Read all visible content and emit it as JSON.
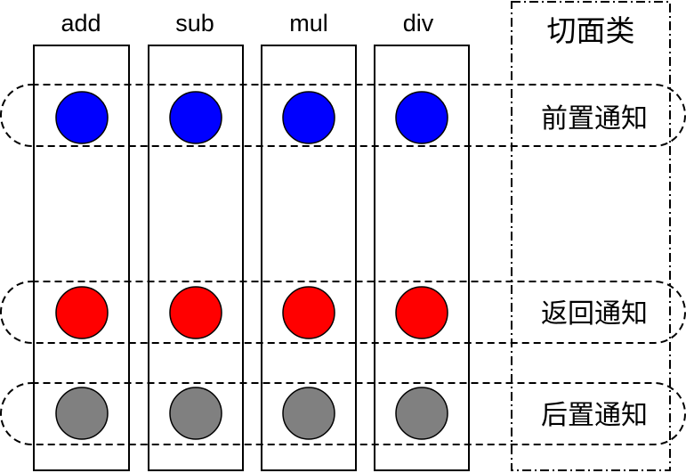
{
  "columns": [
    {
      "label": "add"
    },
    {
      "label": "sub"
    },
    {
      "label": "mul"
    },
    {
      "label": "div"
    }
  ],
  "aspect_box": {
    "label": "切面类"
  },
  "rows": [
    {
      "label": "前置通知",
      "color": "#0000ff"
    },
    {
      "label": "返回通知",
      "color": "#ff0000"
    },
    {
      "label": "后置通知",
      "color": "#808080"
    }
  ],
  "colors": {
    "stroke": "#000000",
    "background": "#ffffff"
  }
}
